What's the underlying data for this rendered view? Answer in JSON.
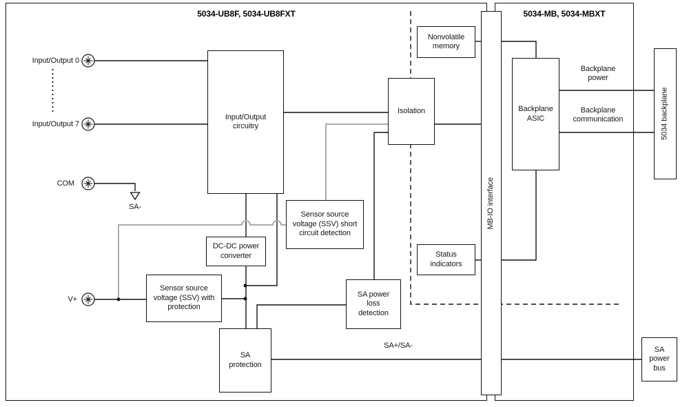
{
  "titles": {
    "left": "5034-UB8F, 5034-UB8FXT",
    "right": "5034-MB, 5034-MBXT"
  },
  "terminals": {
    "io0": "Input/Output 0",
    "io7": "Input/Output 7",
    "com": "COM",
    "vplus": "V+"
  },
  "labels": {
    "sa_minus": "SA-",
    "backplane_power": "Backplane\npower",
    "backplane_comm": "Backplane\ncommunication",
    "sa_bus_line": "SA+/SA-"
  },
  "blocks": {
    "io_circuitry": "Input/Output\ncircuitry",
    "isolation": "Isolation",
    "nonvolatile_memory": "Nonvolatile\nmemory",
    "mb_io_interface": "MB-IO interface",
    "backplane_asic": "Backplane\nASIC",
    "status_indicators": "Status\nindicators",
    "ssv_short_circuit_detection": "Sensor source\nvoltage (SSV) short\ncircuit detection",
    "dc_dc_converter": "DC-DC power\nconverter",
    "ssv_with_protection": "Sensor source\nvoltage (SSV) with\nprotection",
    "sa_power_loss_detection": "SA power\nloss\ndetection",
    "sa_protection": "SA\nprotection",
    "sa_power_bus": "SA\npower\nbus",
    "backplane_5034": "5034 backplane"
  },
  "colors": {
    "line": "#111111",
    "gray_wire": "#ababab",
    "text": "#16161e"
  }
}
